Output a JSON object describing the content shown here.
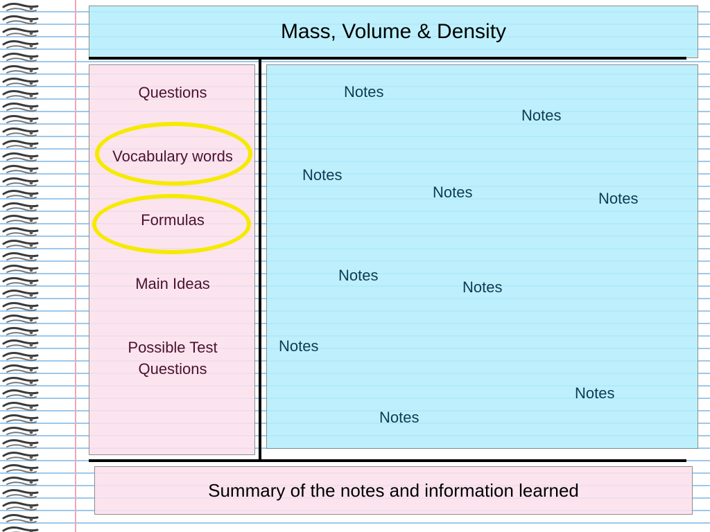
{
  "title": "Mass, Volume & Density",
  "left_column": {
    "questions": "Questions",
    "vocabulary": "Vocabulary words",
    "formulas": "Formulas",
    "main_ideas": "Main Ideas",
    "test_line1": "Possible Test",
    "test_line2": "Questions"
  },
  "notes": [
    "Notes",
    "Notes",
    "Notes",
    "Notes",
    "Notes",
    "Notes",
    "Notes",
    "Notes",
    "Notes",
    "Notes"
  ],
  "summary": "Summary of the notes and information learned",
  "colors": {
    "title_box": "#b4eefc",
    "notes_box": "#b4eefc",
    "questions_box": "#fce0ec",
    "summary_box": "#fce0ec",
    "highlight": "#f5ea00",
    "rule_line": "#9cc8ec",
    "margin_line": "#f3a5b5"
  }
}
